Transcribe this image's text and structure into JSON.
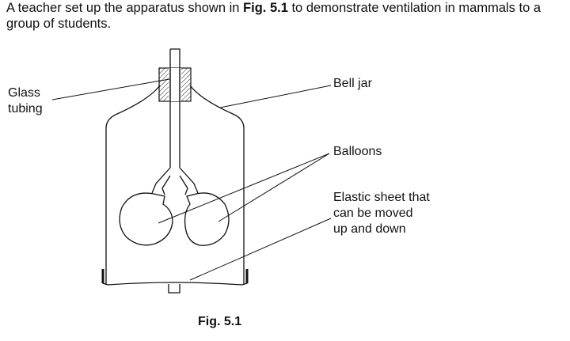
{
  "intro": {
    "before_ref": "A teacher set up the apparatus shown in ",
    "ref": "Fig. 5.1",
    "after_ref": " to demonstrate ventilation in mammals to a group of students."
  },
  "labels": {
    "glass_tubing_line1": "Glass",
    "glass_tubing_line2": "tubing",
    "bell_jar": "Bell jar",
    "balloons": "Balloons",
    "elastic_line1": "Elastic sheet that",
    "elastic_line2": "can be moved",
    "elastic_line3": "up and down"
  },
  "caption": "Fig. 5.1"
}
